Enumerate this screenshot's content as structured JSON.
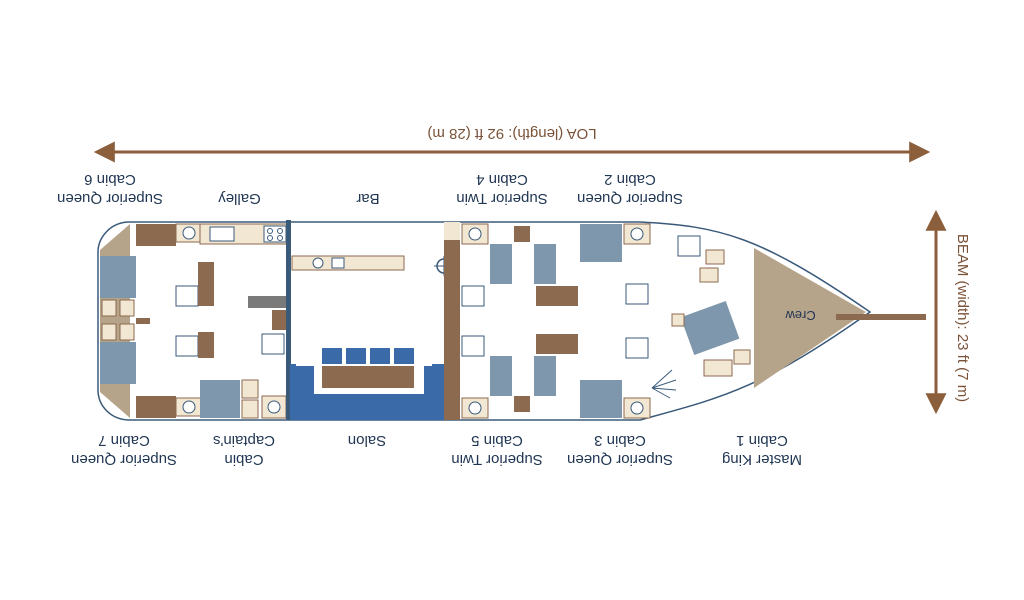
{
  "dimensions": {
    "loa": "LOA (length): 92 ft (28 m)",
    "beam": "BEAM (width): 23 ft (7 m)"
  },
  "rooms_top": [
    {
      "line1": "Cabin 6",
      "line2": "Superior Queen"
    },
    {
      "line1": "Galley",
      "line2": ""
    },
    {
      "line1": "Bar",
      "line2": ""
    },
    {
      "line1": "Cabin 4",
      "line2": "Superior Twin"
    },
    {
      "line1": "Cabin 2",
      "line2": "Superior Queen"
    }
  ],
  "rooms_bottom": [
    {
      "line1": "Cabin 7",
      "line2": "Superior Queen"
    },
    {
      "line1": "Captain's",
      "line2": "Cabin"
    },
    {
      "line1": "Salon",
      "line2": ""
    },
    {
      "line1": "Cabin 5",
      "line2": "Superior Twin"
    },
    {
      "line1": "Cabin 3",
      "line2": "Superior Queen"
    },
    {
      "line1": "Cabin 1",
      "line2": "Master King"
    }
  ],
  "crew_label": "Crew",
  "colors": {
    "hull": "#3a5a7a",
    "wood": "#8b6a4f",
    "bed": "#7f97ad",
    "salon_blue": "#3b6aa8",
    "beige": "#f1e7d3",
    "crew": "#b6a48a",
    "dimension": "#8b5e3c",
    "text": "#1f3552"
  }
}
